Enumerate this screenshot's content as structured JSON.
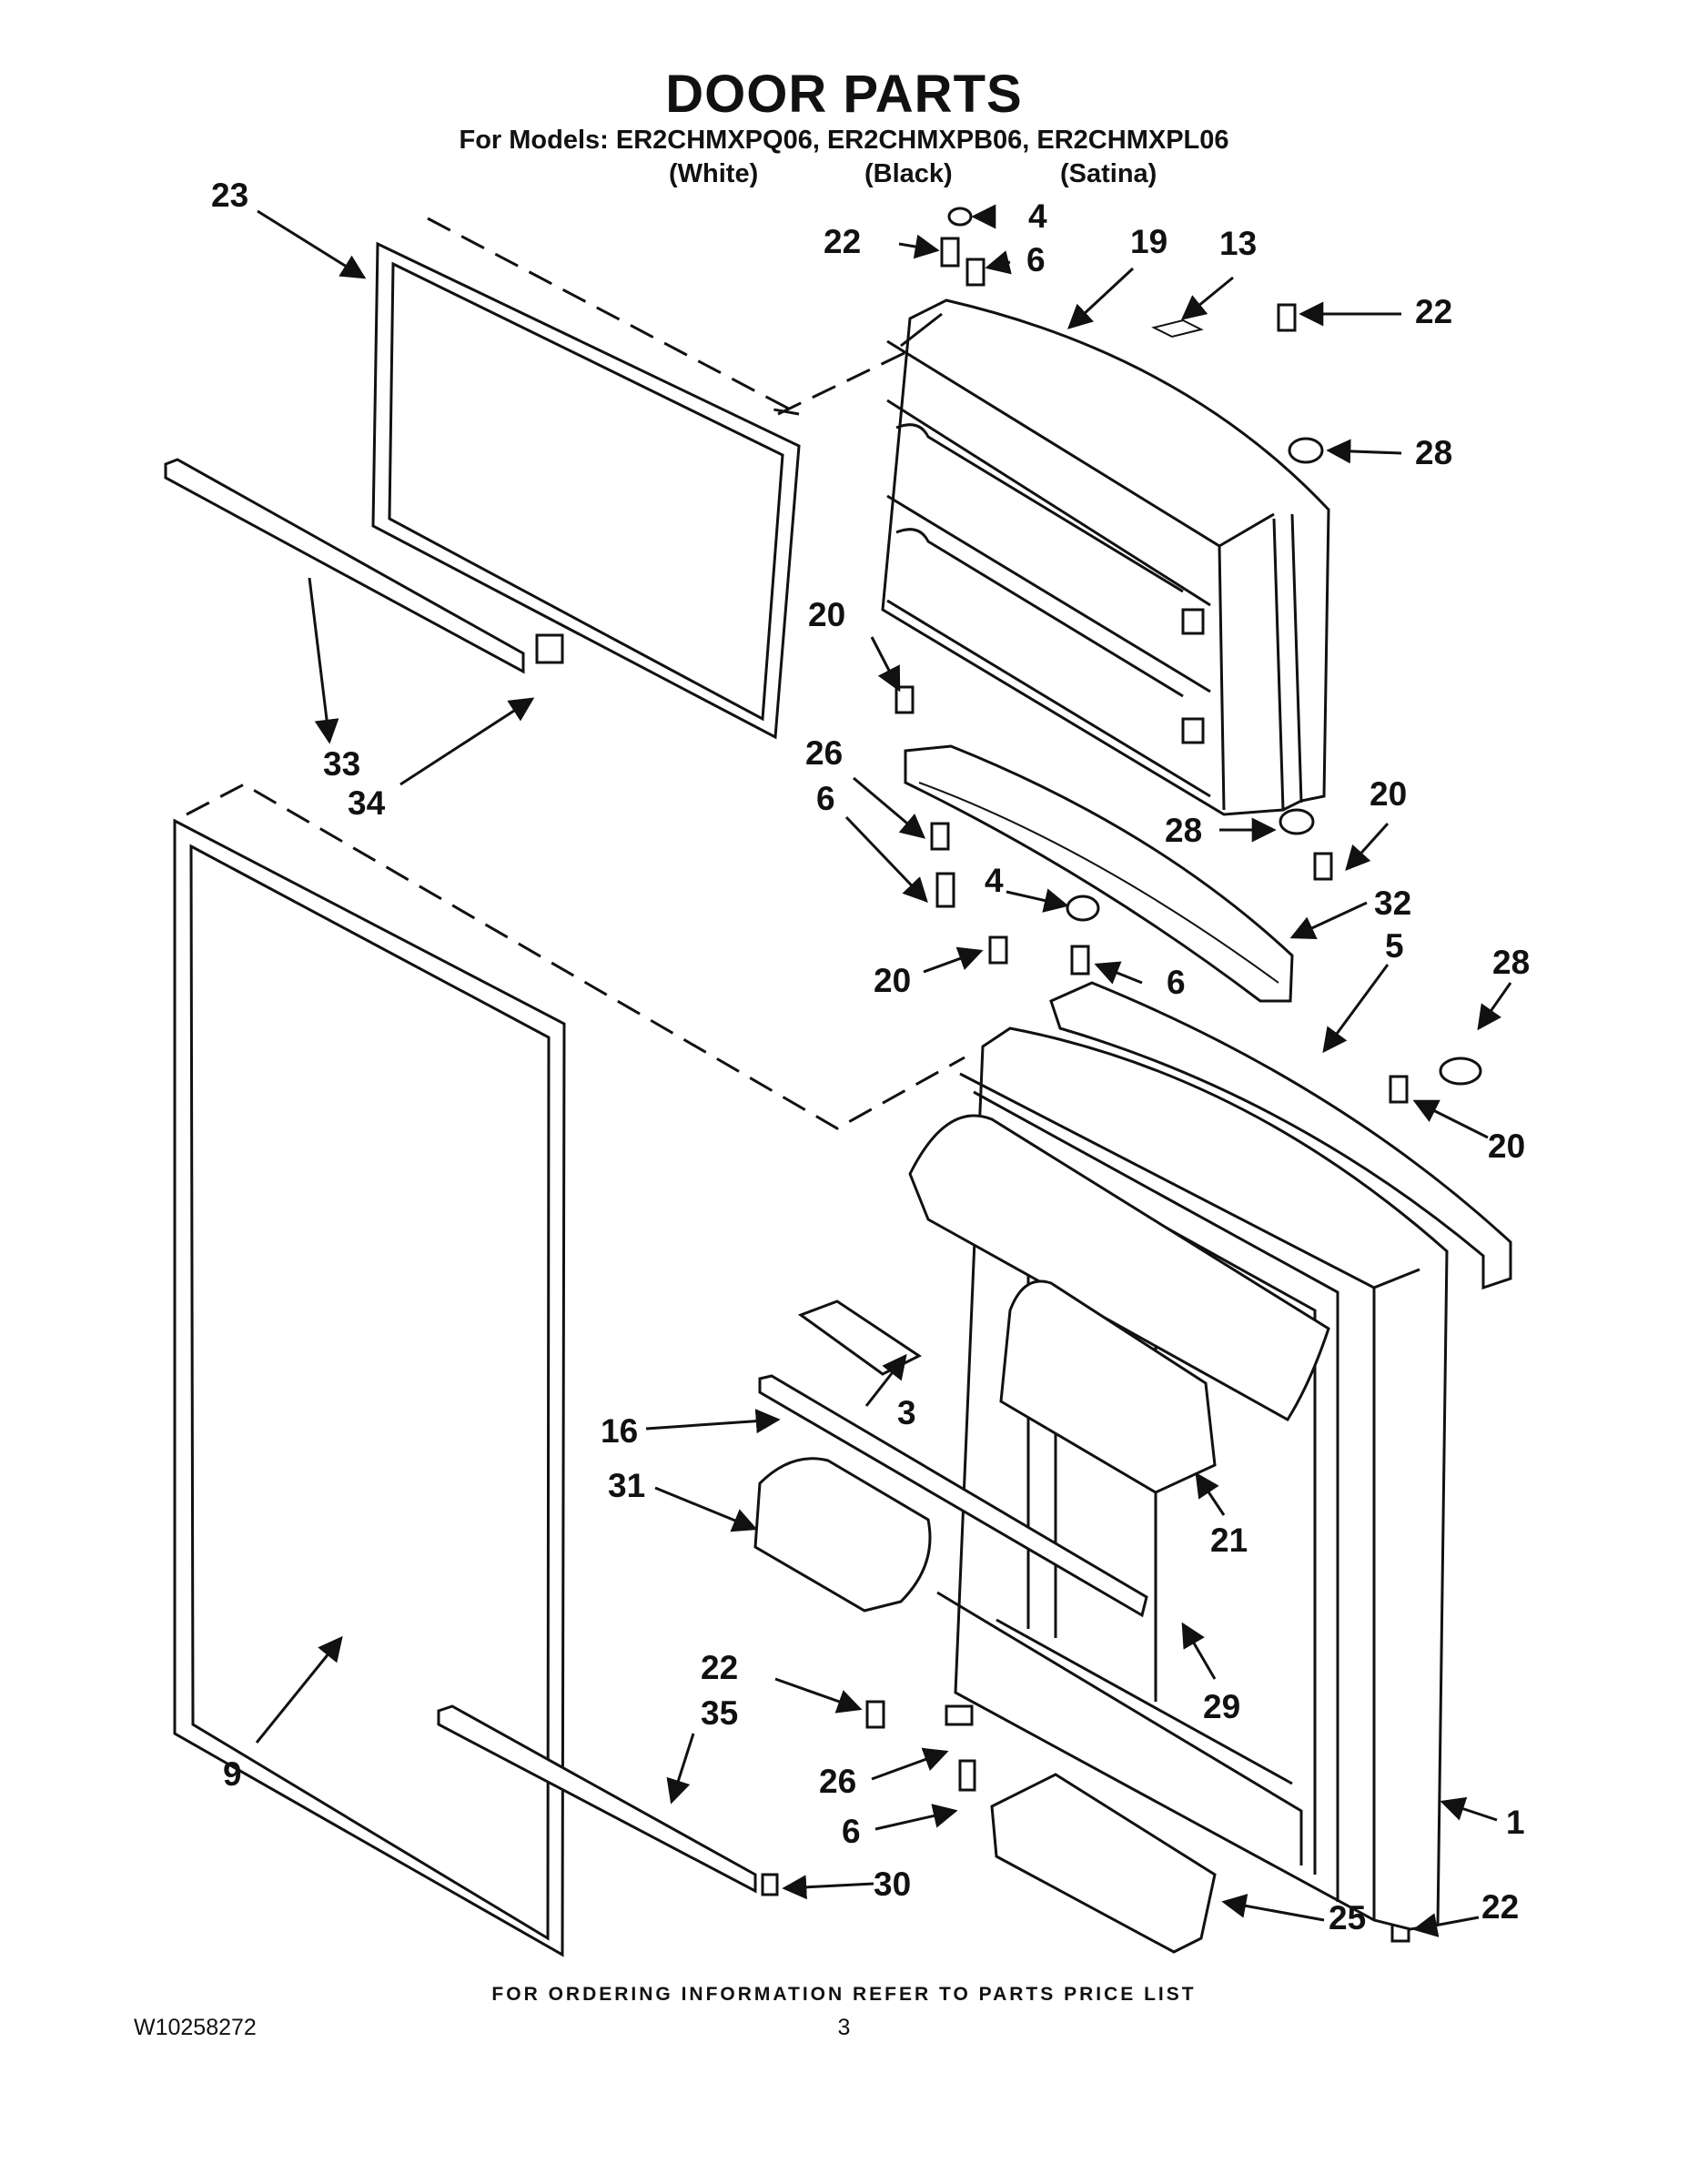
{
  "header": {
    "title": "DOOR PARTS",
    "models_line": "For Models: ER2CHMXPQ06, ER2CHMXPB06, ER2CHMXPL06",
    "variants": [
      "(White)",
      "(Black)",
      "(Satina)"
    ]
  },
  "callouts": {
    "c1": "1",
    "c3": "3",
    "c4a": "4",
    "c4b": "4",
    "c5": "5",
    "c6a": "6",
    "c6b": "6",
    "c6c": "6",
    "c6d": "6",
    "c9": "9",
    "c13": "13",
    "c16": "16",
    "c19": "19",
    "c20a": "20",
    "c20b": "20",
    "c20c": "20",
    "c20d": "20",
    "c21": "21",
    "c22a": "22",
    "c22b": "22",
    "c22c": "22",
    "c22d": "22",
    "c23": "23",
    "c25": "25",
    "c26a": "26",
    "c26b": "26",
    "c28a": "28",
    "c28b": "28",
    "c28c": "28",
    "c29": "29",
    "c30": "30",
    "c31": "31",
    "c32": "32",
    "c33": "33",
    "c34": "34",
    "c35": "35"
  },
  "footer": {
    "note": "FOR ORDERING INFORMATION REFER TO PARTS PRICE LIST",
    "doc_number": "W10258272",
    "page_number": "3"
  }
}
